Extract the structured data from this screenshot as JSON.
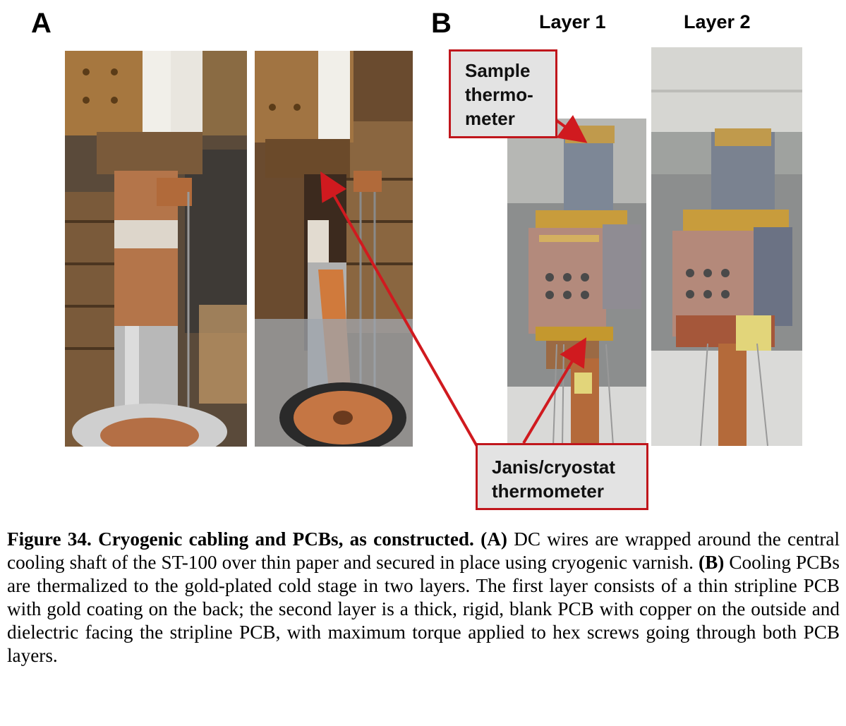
{
  "panels": {
    "a_label": "A",
    "b_label": "B",
    "layer1_label": "Layer 1",
    "layer2_label": "Layer 2"
  },
  "callouts": {
    "sample_thermometer": [
      "Sample",
      "thermo-",
      "meter"
    ],
    "janis_thermometer": [
      "Janis/cryostat",
      "thermometer"
    ]
  },
  "caption": {
    "figure_title": "Figure 34. Cryogenic cabling and PCBs, as constructed.",
    "a_tag": "(A)",
    "a_text": "DC wires are wrapped around the central cooling shaft of the ST-100 over thin paper and secured in place using cryogenic varnish.",
    "b_tag": "(B)",
    "b_text": "Cooling PCBs are thermalized to the gold-plated cold stage in two layers. The first layer consists of a thin stripline PCB with gold coating on the back; the second layer is a thick, rigid, blank PCB with copper on the outside and dielectric facing the stripline PCB, with maximum torque applied to hex screws going through both PCB layers."
  },
  "colors": {
    "callout_border": "#c0161c",
    "callout_fill": "#e3e3e3",
    "arrow": "#d01a1f"
  }
}
